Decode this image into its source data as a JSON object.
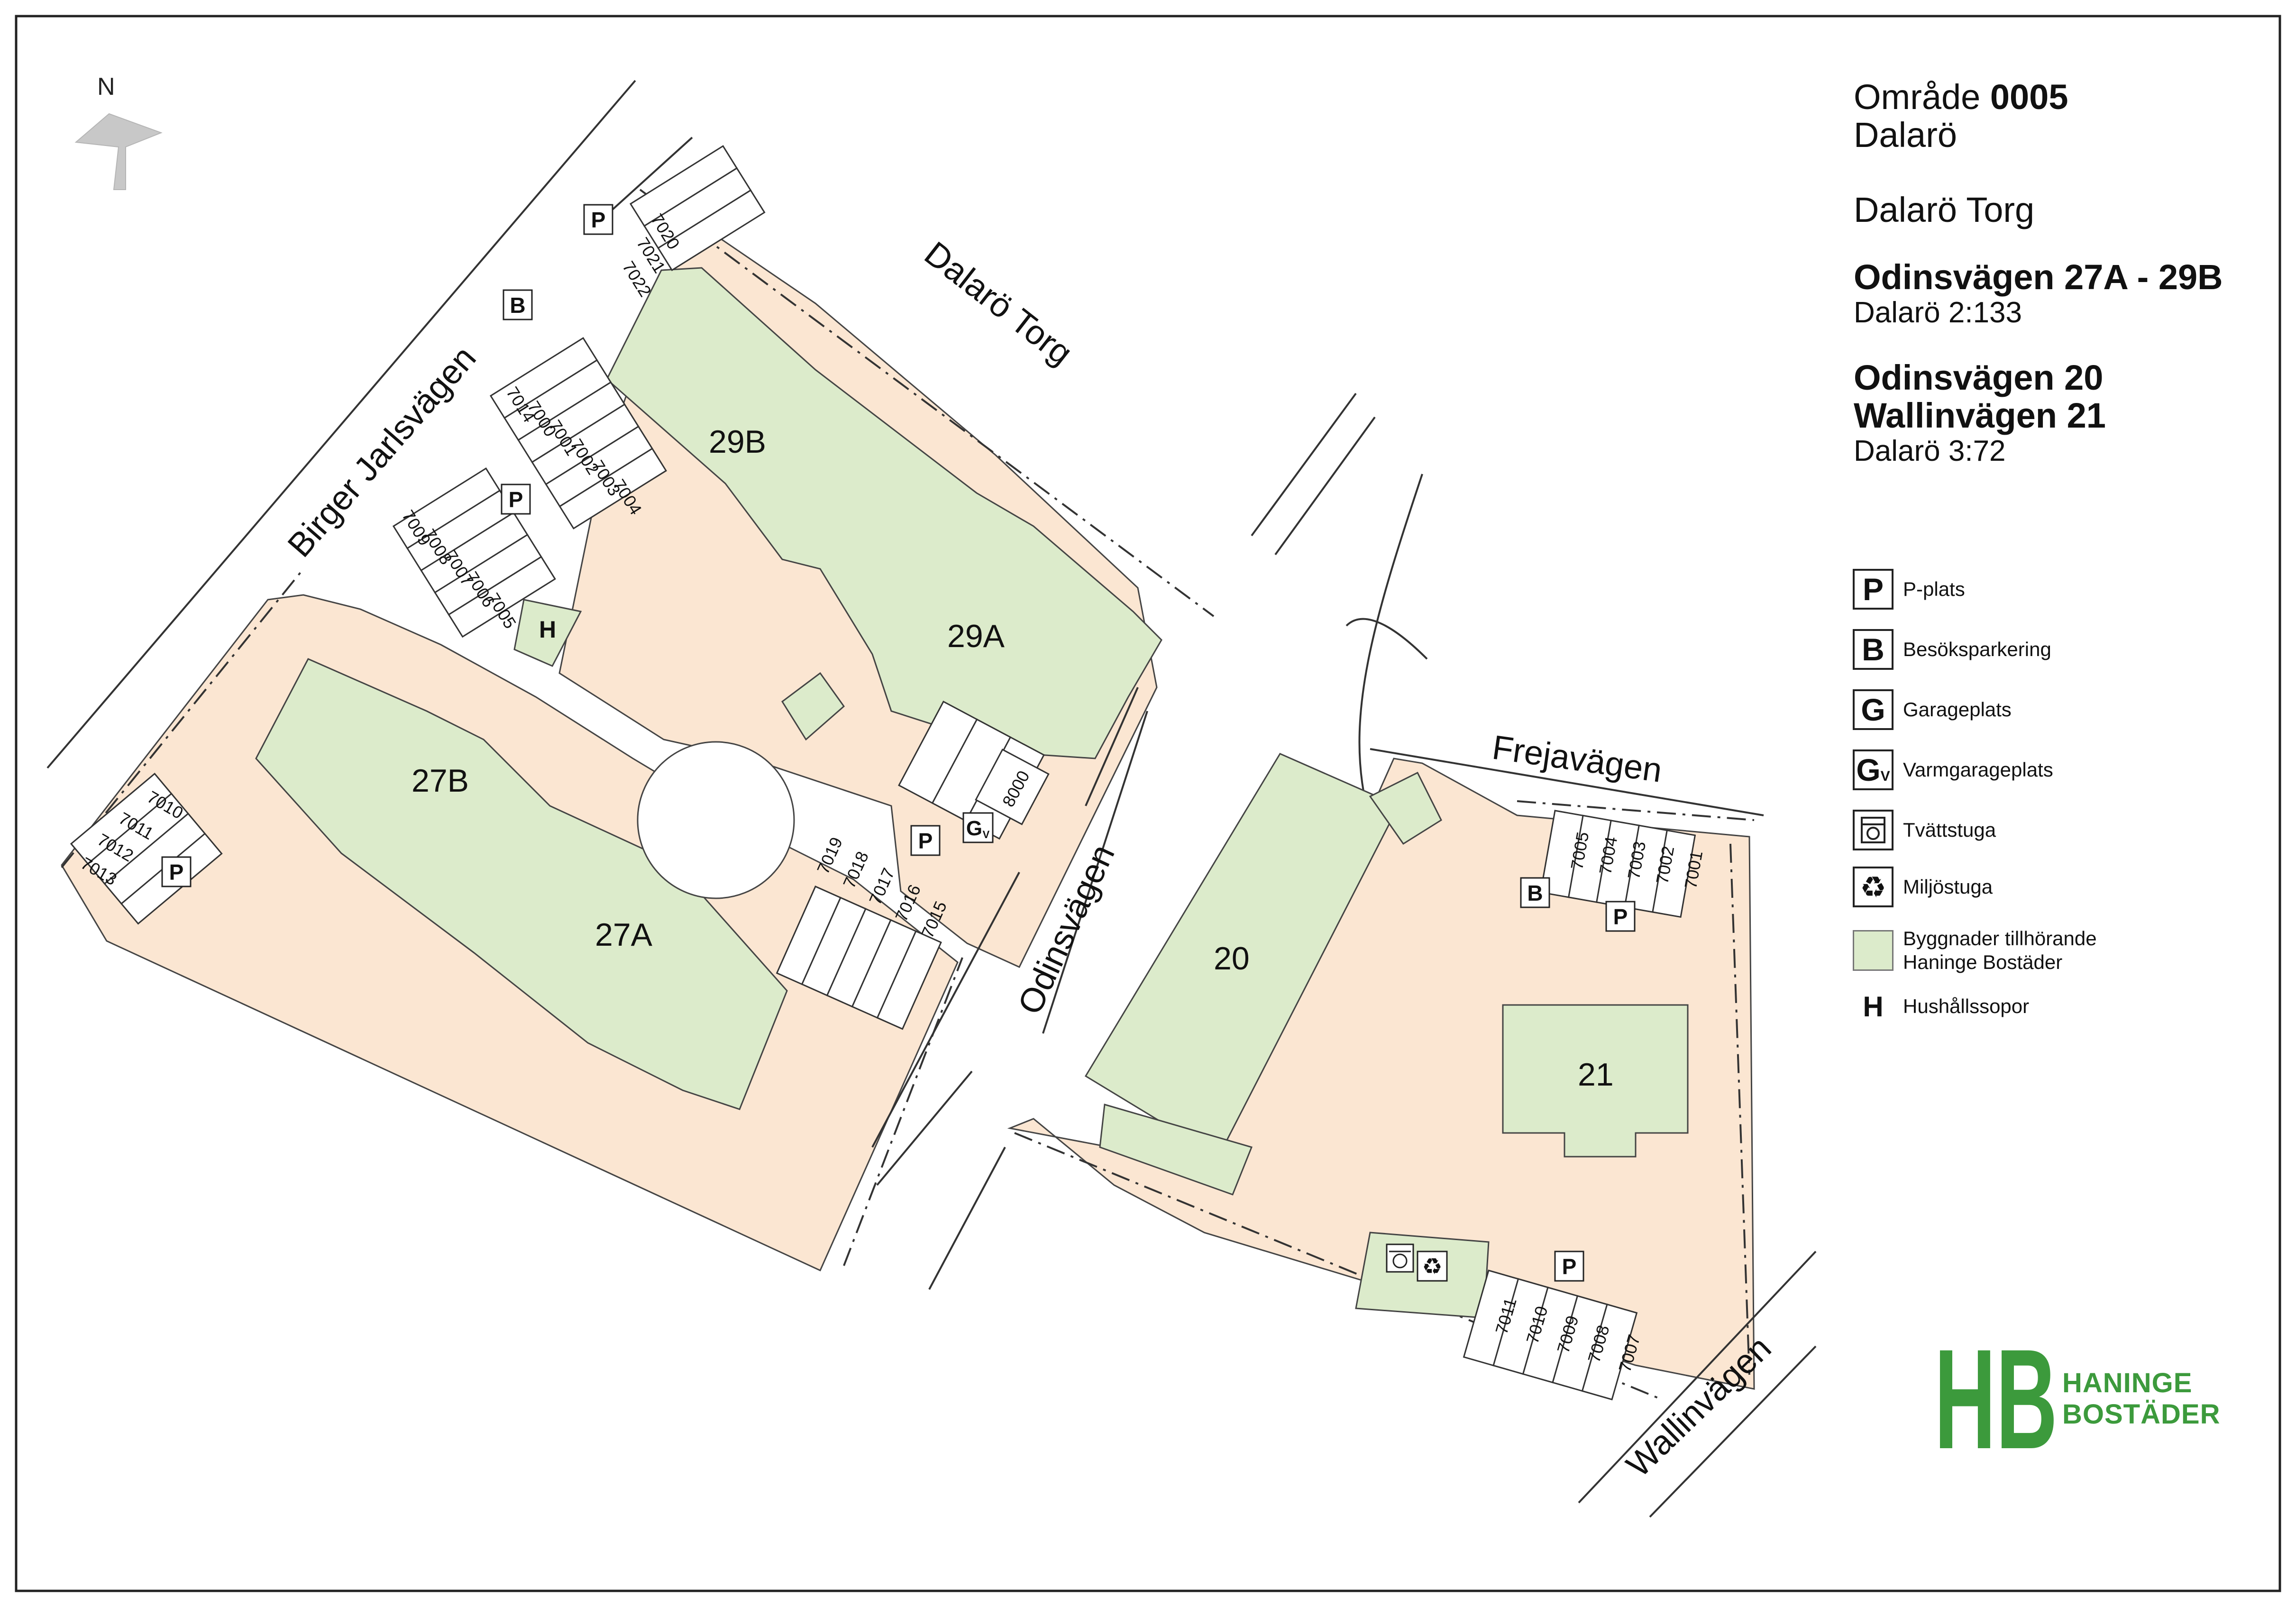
{
  "north": {
    "label": "N"
  },
  "title": {
    "area_prefix": "Område",
    "area_code": "0005",
    "district": "Dalarö",
    "square": "Dalarö Torg",
    "property1_address": "Odinsvägen 27A - 29B",
    "property1_parcel": "Dalarö 2:133",
    "property2_address_line1": "Odinsvägen 20",
    "property2_address_line2": "Wallinvägen 21",
    "property2_parcel": "Dalarö 3:72"
  },
  "streets": {
    "birger": "Birger Jarlsvägen",
    "dalaro_torg": "Dalarö Torg",
    "odinsvagen": "Odinsvägen",
    "frejavagen": "Frejavägen",
    "wallinvagen": "Wallinvägen"
  },
  "buildings": {
    "b29b": "29B",
    "b29a": "29A",
    "b27b": "27B",
    "b27a": "27A",
    "b20": "20",
    "b21": "21"
  },
  "symbols": {
    "p": "P",
    "b": "B",
    "h": "H",
    "gv_main": "G",
    "gv_sub": "V"
  },
  "spots": {
    "top_row": [
      "7020",
      "7021",
      "7022"
    ],
    "row_7014": [
      "7014",
      "7000",
      "7001",
      "7002",
      "7003",
      "7004"
    ],
    "row_7009": [
      "7009",
      "7008",
      "7007",
      "7006",
      "7005"
    ],
    "row_7010": [
      "7010",
      "7011",
      "7012",
      "7013"
    ],
    "row_7019": [
      "7019",
      "7018",
      "7017",
      "7016",
      "7015"
    ],
    "garage": "8000",
    "frej_row": [
      "7005",
      "7004",
      "7003",
      "7002",
      "7001"
    ],
    "wallin_row": [
      "7011",
      "7010",
      "7009",
      "7008",
      "7007"
    ]
  },
  "legend": [
    {
      "symbol": "P",
      "text": "P-plats"
    },
    {
      "symbol": "B",
      "text": "Besöksparkering"
    },
    {
      "symbol": "G",
      "text": "Garageplats"
    },
    {
      "symbol": "GV",
      "text": "Varmgarageplats"
    },
    {
      "symbol": "laundry-icon",
      "text": "Tvättstuga"
    },
    {
      "symbol": "recycle-icon",
      "text": "Miljöstuga"
    },
    {
      "symbol": "green-swatch",
      "text_line1": "Byggnader tillhörande",
      "text_line2": "Haninge Bostäder"
    },
    {
      "symbol": "H",
      "text": "Hushållssopor"
    }
  ],
  "logo": {
    "letters": "HB",
    "line1": "HANINGE",
    "line2": "BOSTÄDER"
  },
  "colors": {
    "lot": "#fbe6d2",
    "building": "#dcebcb",
    "logo_green": "#3c9a3c"
  }
}
